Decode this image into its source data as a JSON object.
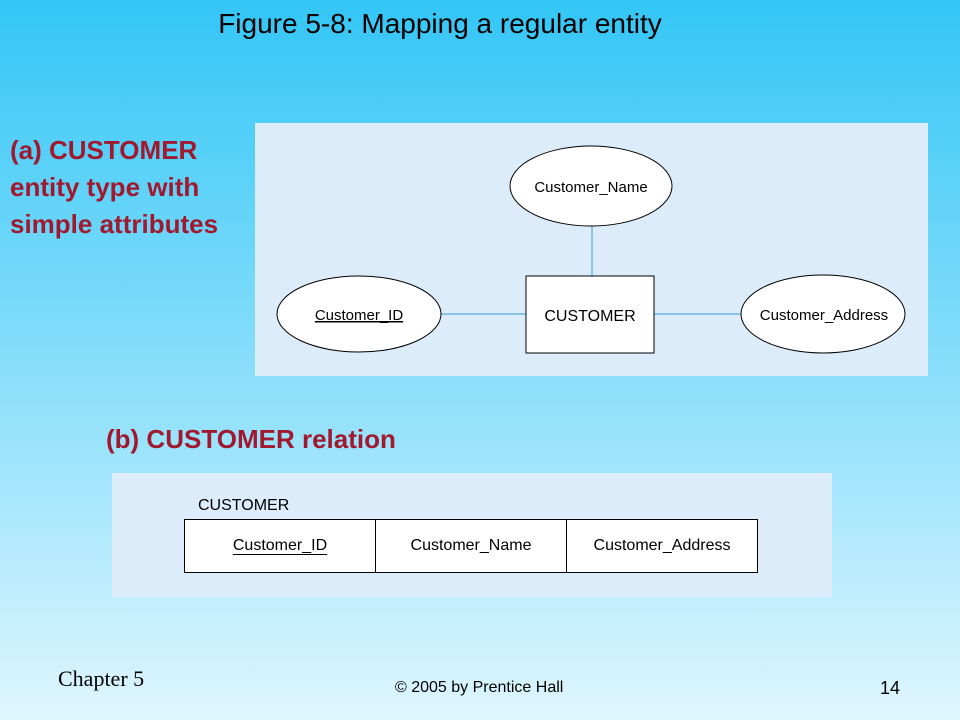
{
  "title": "Figure 5-8: Mapping a regular entity",
  "part_a": {
    "label": "(a) CUSTOMER entity type with simple attributes",
    "entity": "CUSTOMER",
    "attributes": {
      "top": "Customer_Name",
      "left": "Customer_ID",
      "right": "Customer_Address"
    }
  },
  "part_b": {
    "label": "(b) CUSTOMER relation",
    "relation_name": "CUSTOMER",
    "columns": [
      "Customer_ID",
      "Customer_Name",
      "Customer_Address"
    ]
  },
  "footer": {
    "chapter": "Chapter 5",
    "copyright": "© 2005 by Prentice Hall",
    "page": "14"
  },
  "colors": {
    "label_red": "#a0192e",
    "connector_blue": "#6bb8e6",
    "panel_bg": "#dcecfb"
  }
}
